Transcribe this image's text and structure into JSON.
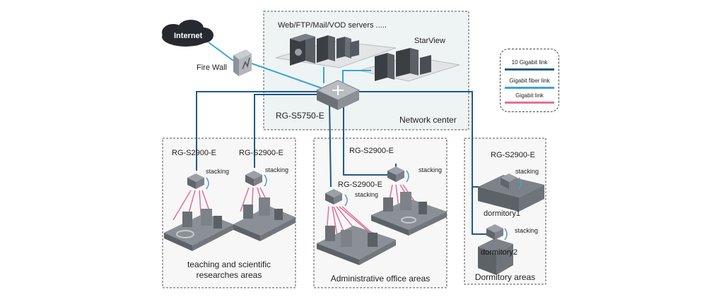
{
  "colors": {
    "ten_gigabit": "#1f5a86",
    "gigabit_fiber": "#3aa3d6",
    "gigabit": "#e0709a",
    "center_bg": "#eef3f4",
    "dash": "#555555"
  },
  "internet": {
    "label": "Internet"
  },
  "firewall": {
    "label": "Fire Wall"
  },
  "servers": {
    "label": "Web/FTP/Mail/VOD servers ....."
  },
  "starview": {
    "label": "StarView"
  },
  "core": {
    "label": "RG-S5750-E"
  },
  "network_center": {
    "label": "Network center"
  },
  "legend": {
    "items": [
      {
        "label": "10 Gigabit link",
        "color": "#1f5a86"
      },
      {
        "label": "Gigabit fiber link",
        "color": "#3aa3d6"
      },
      {
        "label": "Gigabit link",
        "color": "#e0709a"
      }
    ]
  },
  "areas": {
    "teaching": {
      "caption_line1": "teaching and scientific",
      "caption_line2": "researches areas",
      "switch1": "RG-S2900-E",
      "switch2": "RG-S2900-E",
      "stack1": "stacking",
      "stack2": "stacking"
    },
    "admin": {
      "caption": "Administrative office areas",
      "switch1": "RG-S2900-E",
      "switch2": "RG-S2900-E",
      "stack1": "stacking",
      "stack2": "stacking"
    },
    "dorm": {
      "caption": "Dormitory areas",
      "switch": "RG-S2900-E",
      "stack1": "stacking",
      "stack2": "stacking",
      "building1": "dormitory1",
      "building2": "dormitory2"
    }
  }
}
